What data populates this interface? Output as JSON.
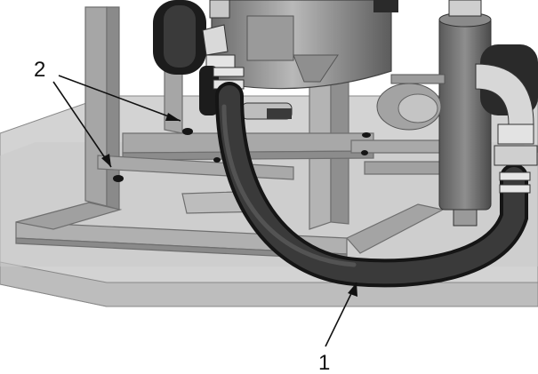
{
  "figure": {
    "callouts": [
      {
        "label": "1",
        "target": "hose"
      },
      {
        "label": "2",
        "target": "frame-mounting-holes"
      }
    ],
    "colors": {
      "background": "#ffffff",
      "frame": "#a9a9a9",
      "frame_shadow": "#7d7d7d",
      "base_plate": "#cfcfcf",
      "hose": "#2e2e2e",
      "outline": "#111111"
    }
  }
}
